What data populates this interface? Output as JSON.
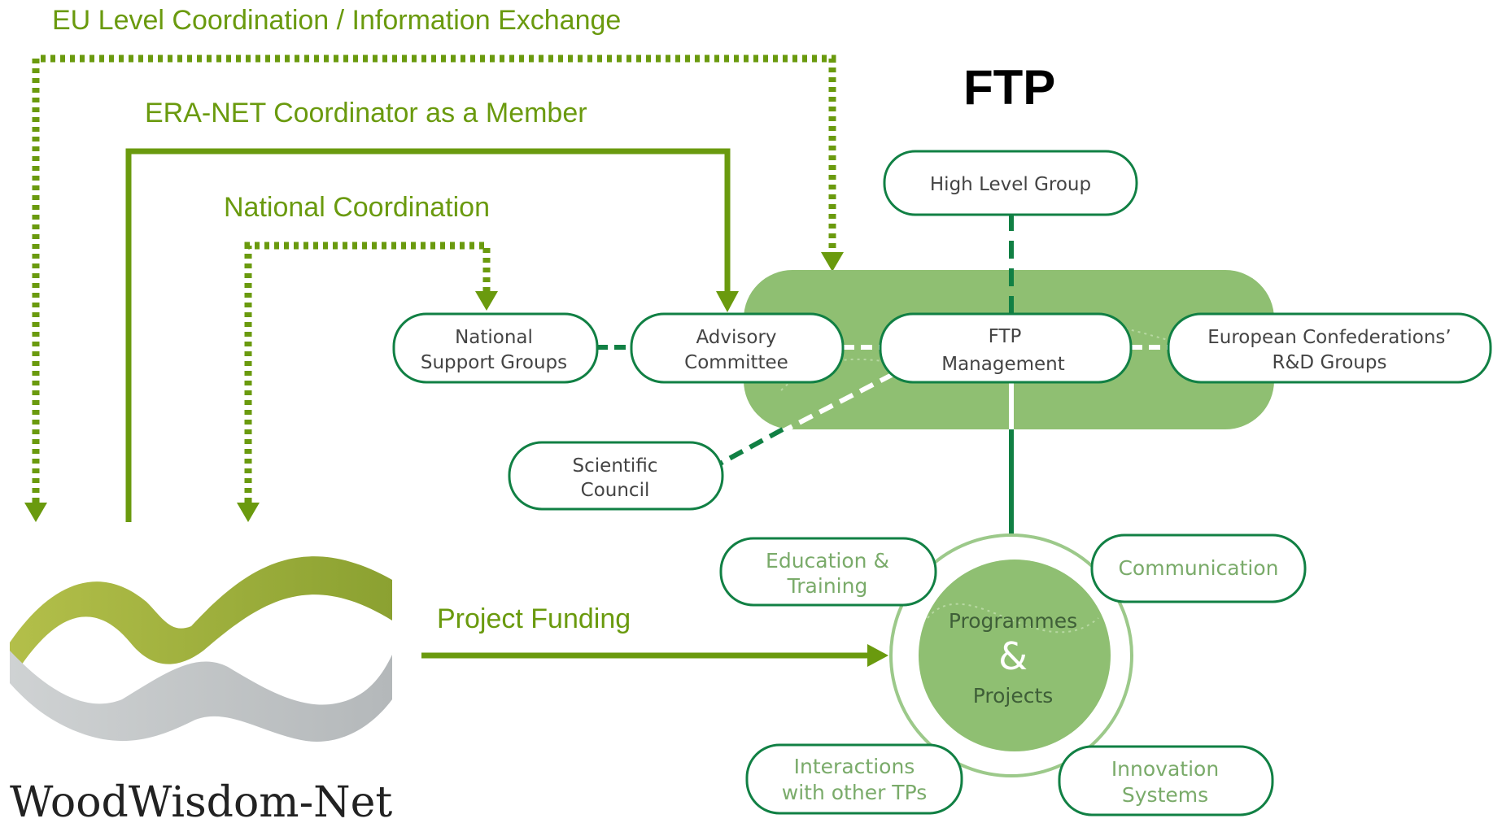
{
  "labels": {
    "eu_coordination": "EU Level Coordination / Information Exchange",
    "era_net": "ERA-NET Coordinator as a Member",
    "national_coordination": "National Coordination",
    "project_funding": "Project Funding",
    "ftp": "FTP"
  },
  "nodes": {
    "high_level_group": [
      "High Level Group"
    ],
    "national_support_groups": [
      "National",
      "Support Groups"
    ],
    "advisory_committee": [
      "Advisory",
      "Committee"
    ],
    "ftp_management": [
      "FTP",
      "Management"
    ],
    "european_confederations": [
      "European Confederations’",
      "R&D Groups"
    ],
    "scientific_council": [
      "Scientific",
      "Council"
    ],
    "education_training": [
      "Education &",
      "Training"
    ],
    "communication": [
      "Communication"
    ],
    "interactions": [
      "Interactions",
      "with other TPs"
    ],
    "innovation_systems": [
      "Innovation",
      "Systems"
    ],
    "programmes_projects": [
      "Programmes",
      "&",
      "Projects"
    ]
  },
  "logo": {
    "name": "WoodWisdom-Net"
  },
  "colors": {
    "arrow_green": "#6a9a0e",
    "ftp_green": "#118044",
    "panel_green": "#8fbf72",
    "logo_olive": "#9aab3a",
    "logo_grey": "#bfc3c4"
  }
}
